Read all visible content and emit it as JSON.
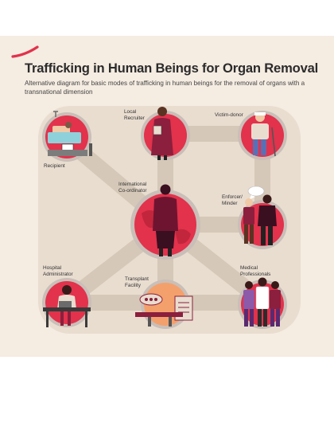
{
  "header": {
    "title": "Trafficking in Human Beings for Organ Removal",
    "subtitle": "Alternative diagram for basic modes of trafficking in human beings for the removal of organs with a transnational dimension"
  },
  "colors": {
    "panel": "#f5ece2",
    "board": "#e9ddd0",
    "connector": "#d5c8b8",
    "ring": "#c9bfb8",
    "accent": "#e2324c",
    "figure": "#8b1f3d"
  },
  "nodes": {
    "recipient": {
      "label": [
        "Recipient"
      ]
    },
    "local_recruiter": {
      "label": [
        "Local",
        "Recruiter"
      ]
    },
    "victim_donor": {
      "label": [
        "Victim-donor"
      ]
    },
    "international_coordinator": {
      "label": [
        "International",
        "Co-ordinator"
      ]
    },
    "enforcer_minder": {
      "label": [
        "Enforcer/",
        "Minder"
      ]
    },
    "hospital_administrator": {
      "label": [
        "Hospital",
        "Administrator"
      ]
    },
    "transplant_facility": {
      "label": [
        "Transplant",
        "Facility"
      ]
    },
    "medical_professionals": {
      "label": [
        "Medical",
        "Professionals"
      ]
    }
  }
}
